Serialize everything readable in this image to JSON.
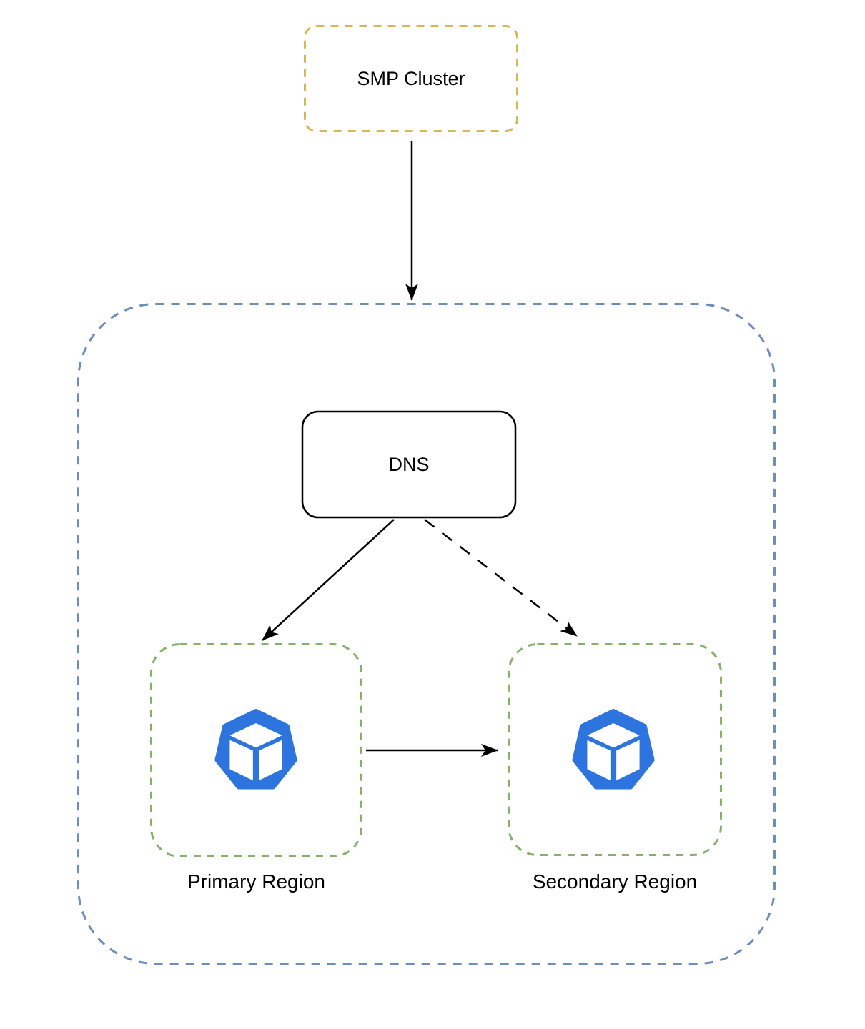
{
  "colors": {
    "background": "#ffffff",
    "smp_cluster_border": "#d6b656",
    "outer_group_border": "#6c8ebf",
    "region_border": "#82b366",
    "dns_border": "#000000",
    "node_fill": "#ffffff",
    "icon_blue": "#2d74df",
    "icon_cube_white": "#ffffff",
    "edge_black": "#000000",
    "text": "#000000"
  },
  "nodes": {
    "smp_cluster": {
      "label": "SMP Cluster"
    },
    "dns": {
      "label": "DNS"
    },
    "primary_region": {
      "label": "Primary Region",
      "icon": "cube-heptagon-icon"
    },
    "secondary_region": {
      "label": "Secondary Region",
      "icon": "cube-heptagon-icon"
    }
  },
  "edges": [
    {
      "from": "smp_cluster",
      "to": "outer_group",
      "style": "solid",
      "arrowhead": "filled-triangle"
    },
    {
      "from": "dns",
      "to": "primary_region",
      "style": "solid",
      "arrowhead": "filled-triangle"
    },
    {
      "from": "dns",
      "to": "secondary_region",
      "style": "dashed",
      "arrowhead": "filled-triangle"
    },
    {
      "from": "primary_region",
      "to": "secondary_region",
      "style": "solid",
      "arrowhead": "filled-triangle"
    }
  ]
}
